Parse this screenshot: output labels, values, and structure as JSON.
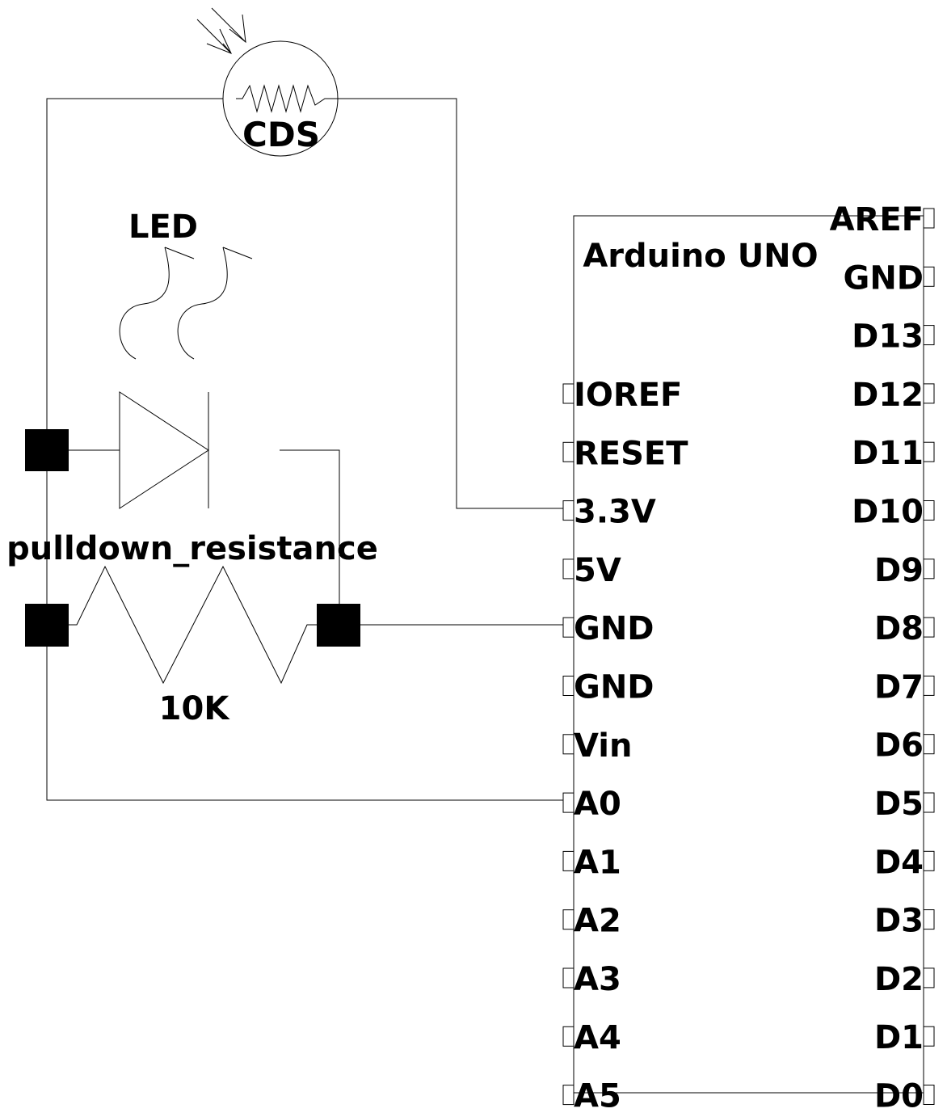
{
  "components": {
    "cds": {
      "label": "CDS"
    },
    "led": {
      "label": "LED"
    },
    "resistor": {
      "name": "pulldown_resistance",
      "value": "10K"
    },
    "arduino": {
      "title": "Arduino UNO",
      "left_pins": [
        "IOREF",
        "RESET",
        "3.3V",
        "5V",
        "GND",
        "GND",
        "Vin",
        "A0",
        "A1",
        "A2",
        "A3",
        "A4",
        "A5"
      ],
      "right_pins": [
        "AREF",
        "GND",
        "D13",
        "D12",
        "D11",
        "D10",
        "D9",
        "D8",
        "D7",
        "D6",
        "D5",
        "D4",
        "D3",
        "D2",
        "D1",
        "D0"
      ]
    }
  },
  "colors": {
    "ink": "#000000",
    "background": "#ffffff"
  }
}
